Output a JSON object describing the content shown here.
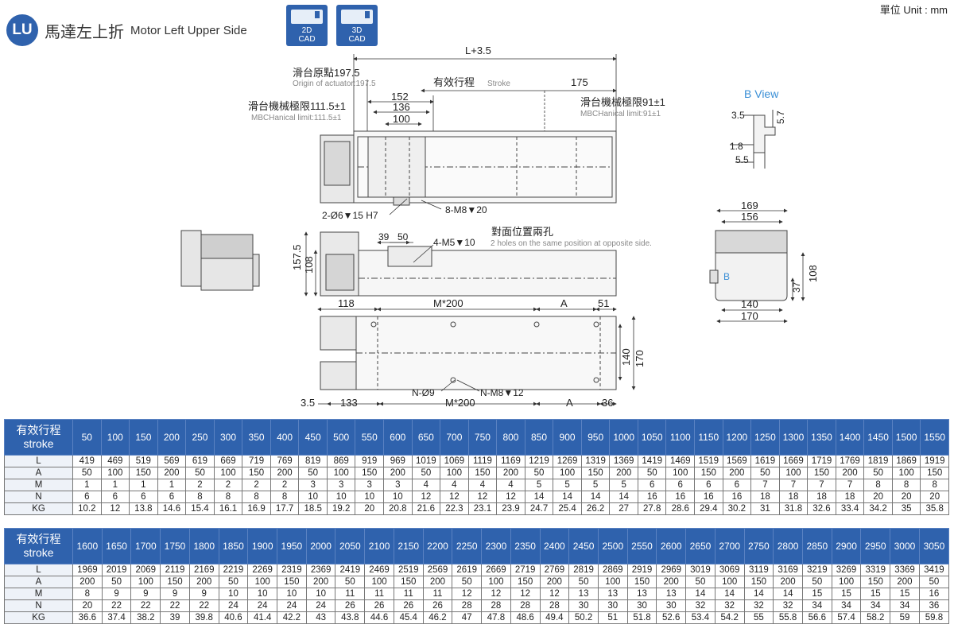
{
  "header": {
    "badge": "LU",
    "title_cn": "馬達左上折",
    "title_en": "Motor Left Upper Side",
    "cad2d_line1": "2D",
    "cad2d_line2": "CAD",
    "cad3d_line1": "3D",
    "cad3d_line2": "CAD",
    "unit": "單位 Unit : mm"
  },
  "colors": {
    "brand_blue": "#2f62ad",
    "table_header": "#2f62ad",
    "bview": "#3a8fd6"
  },
  "dims": {
    "l_total": "L+3.5",
    "origin_cn": "滑台原點197.5",
    "origin_en": "Origin of actuator:197.5",
    "stroke_cn": "有效行程",
    "stroke_en": "Stroke",
    "d175": "175",
    "mech_left_cn": "滑台機械極限111.5±1",
    "mech_left_en": "MBCHanical limit:111.5±1",
    "d152": "152",
    "d136": "136",
    "d100": "100",
    "mech_right_cn": "滑台機械極限91±1",
    "mech_right_en": "MBCHanical limit:91±1",
    "hole_2": "2-Ø6▼15 H7",
    "hole_8": "8-M8▼20",
    "opp_cn": "對面位置兩孔",
    "opp_en": "2 holes on the same position at opposite side.",
    "m5": "4-M5▼10",
    "d39": "39",
    "d50": "50",
    "d157": "157.5",
    "d108": "108",
    "d118": "118",
    "m200": "M*200",
    "a": "A",
    "d51": "51",
    "d140": "140",
    "d170": "170",
    "n9": "N-Ø9",
    "nm8": "N-M8▼12",
    "m200b": "M*200",
    "d35": "3.5",
    "d133": "133",
    "a2": "A",
    "d36": "36",
    "bview_title": "B View",
    "bv35": "3.5",
    "bv57": "5.7",
    "bv18": "1.8",
    "bv55": "5.5",
    "s169": "169",
    "s156": "156",
    "sB": "B",
    "s37": "37",
    "s108": "108",
    "s140": "140",
    "s170": "170"
  },
  "table1": {
    "stroke_label_cn": "有效行程",
    "stroke_label_en": "stroke",
    "strokes": [
      "50",
      "100",
      "150",
      "200",
      "250",
      "300",
      "350",
      "400",
      "450",
      "500",
      "550",
      "600",
      "650",
      "700",
      "750",
      "800",
      "850",
      "900",
      "950",
      "1000",
      "1050",
      "1100",
      "1150",
      "1200",
      "1250",
      "1300",
      "1350",
      "1400",
      "1450",
      "1500",
      "1550"
    ],
    "rows": [
      {
        "label": "L",
        "values": [
          "419",
          "469",
          "519",
          "569",
          "619",
          "669",
          "719",
          "769",
          "819",
          "869",
          "919",
          "969",
          "1019",
          "1069",
          "1119",
          "1169",
          "1219",
          "1269",
          "1319",
          "1369",
          "1419",
          "1469",
          "1519",
          "1569",
          "1619",
          "1669",
          "1719",
          "1769",
          "1819",
          "1869",
          "1919"
        ]
      },
      {
        "label": "A",
        "values": [
          "50",
          "100",
          "150",
          "200",
          "50",
          "100",
          "150",
          "200",
          "50",
          "100",
          "150",
          "200",
          "50",
          "100",
          "150",
          "200",
          "50",
          "100",
          "150",
          "200",
          "50",
          "100",
          "150",
          "200",
          "50",
          "100",
          "150",
          "200",
          "50",
          "100",
          "150"
        ]
      },
      {
        "label": "M",
        "values": [
          "1",
          "1",
          "1",
          "1",
          "2",
          "2",
          "2",
          "2",
          "3",
          "3",
          "3",
          "3",
          "4",
          "4",
          "4",
          "4",
          "5",
          "5",
          "5",
          "5",
          "6",
          "6",
          "6",
          "6",
          "7",
          "7",
          "7",
          "7",
          "8",
          "8",
          "8"
        ]
      },
      {
        "label": "N",
        "values": [
          "6",
          "6",
          "6",
          "6",
          "8",
          "8",
          "8",
          "8",
          "10",
          "10",
          "10",
          "10",
          "12",
          "12",
          "12",
          "12",
          "14",
          "14",
          "14",
          "14",
          "16",
          "16",
          "16",
          "16",
          "18",
          "18",
          "18",
          "18",
          "20",
          "20",
          "20"
        ]
      },
      {
        "label": "KG",
        "values": [
          "10.2",
          "12",
          "13.8",
          "14.6",
          "15.4",
          "16.1",
          "16.9",
          "17.7",
          "18.5",
          "19.2",
          "20",
          "20.8",
          "21.6",
          "22.3",
          "23.1",
          "23.9",
          "24.7",
          "25.4",
          "26.2",
          "27",
          "27.8",
          "28.6",
          "29.4",
          "30.2",
          "31",
          "31.8",
          "32.6",
          "33.4",
          "34.2",
          "35",
          "35.8"
        ]
      }
    ]
  },
  "table2": {
    "stroke_label_cn": "有效行程",
    "stroke_label_en": "stroke",
    "strokes": [
      "1600",
      "1650",
      "1700",
      "1750",
      "1800",
      "1850",
      "1900",
      "1950",
      "2000",
      "2050",
      "2100",
      "2150",
      "2200",
      "2250",
      "2300",
      "2350",
      "2400",
      "2450",
      "2500",
      "2550",
      "2600",
      "2650",
      "2700",
      "2750",
      "2800",
      "2850",
      "2900",
      "2950",
      "3000",
      "3050"
    ],
    "rows": [
      {
        "label": "L",
        "values": [
          "1969",
          "2019",
          "2069",
          "2119",
          "2169",
          "2219",
          "2269",
          "2319",
          "2369",
          "2419",
          "2469",
          "2519",
          "2569",
          "2619",
          "2669",
          "2719",
          "2769",
          "2819",
          "2869",
          "2919",
          "2969",
          "3019",
          "3069",
          "3119",
          "3169",
          "3219",
          "3269",
          "3319",
          "3369",
          "3419"
        ]
      },
      {
        "label": "A",
        "values": [
          "200",
          "50",
          "100",
          "150",
          "200",
          "50",
          "100",
          "150",
          "200",
          "50",
          "100",
          "150",
          "200",
          "50",
          "100",
          "150",
          "200",
          "50",
          "100",
          "150",
          "200",
          "50",
          "100",
          "150",
          "200",
          "50",
          "100",
          "150",
          "200",
          "50"
        ]
      },
      {
        "label": "M",
        "values": [
          "8",
          "9",
          "9",
          "9",
          "9",
          "10",
          "10",
          "10",
          "10",
          "11",
          "11",
          "11",
          "11",
          "12",
          "12",
          "12",
          "12",
          "13",
          "13",
          "13",
          "13",
          "14",
          "14",
          "14",
          "14",
          "15",
          "15",
          "15",
          "15",
          "16"
        ]
      },
      {
        "label": "N",
        "values": [
          "20",
          "22",
          "22",
          "22",
          "22",
          "24",
          "24",
          "24",
          "24",
          "26",
          "26",
          "26",
          "26",
          "28",
          "28",
          "28",
          "28",
          "30",
          "30",
          "30",
          "30",
          "32",
          "32",
          "32",
          "32",
          "34",
          "34",
          "34",
          "34",
          "36"
        ]
      },
      {
        "label": "KG",
        "values": [
          "36.6",
          "37.4",
          "38.2",
          "39",
          "39.8",
          "40.6",
          "41.4",
          "42.2",
          "43",
          "43.8",
          "44.6",
          "45.4",
          "46.2",
          "47",
          "47.8",
          "48.6",
          "49.4",
          "50.2",
          "51",
          "51.8",
          "52.6",
          "53.4",
          "54.2",
          "55",
          "55.8",
          "56.6",
          "57.4",
          "58.2",
          "59",
          "59.8"
        ]
      }
    ]
  }
}
